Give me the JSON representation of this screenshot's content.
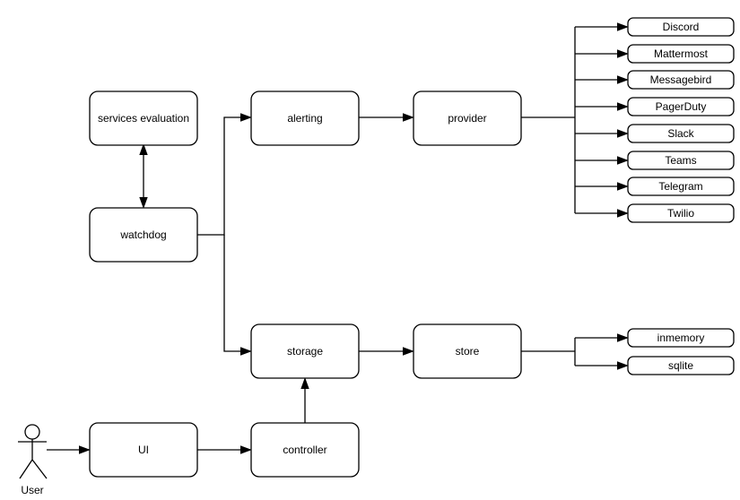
{
  "diagram": {
    "nodes": {
      "services_evaluation": "services evaluation",
      "watchdog": "watchdog",
      "alerting": "alerting",
      "provider": "provider",
      "storage": "storage",
      "store": "store",
      "ui": "UI",
      "controller": "controller"
    },
    "providers": [
      "Discord",
      "Mattermost",
      "Messagebird",
      "PagerDuty",
      "Slack",
      "Teams",
      "Telegram",
      "Twilio"
    ],
    "stores": [
      "inmemory",
      "sqlite"
    ],
    "actor_label": "User",
    "colors": {
      "stroke": "#000000",
      "node_fill": "#ffffff",
      "background": "#ffffff",
      "text": "#000000"
    }
  }
}
